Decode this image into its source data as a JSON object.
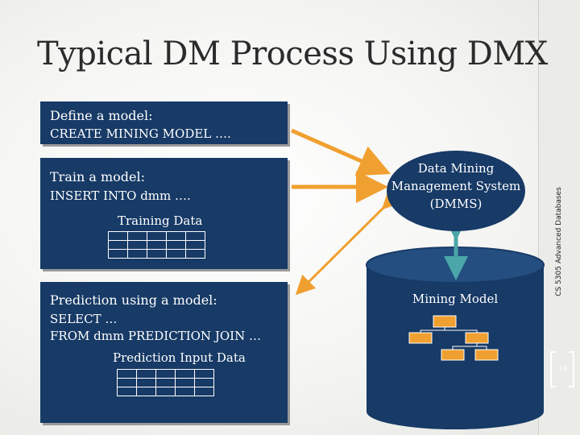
{
  "slide": {
    "title": "Typical DM Process Using DMX",
    "side_caption": "CS 5305 Advanced Databases",
    "page_number": "19"
  },
  "define_box": {
    "heading": "Define a model:",
    "statement": "CREATE MINING MODEL …."
  },
  "train_box": {
    "heading": "Train a model:",
    "statement": "INSERT INTO dmm ….",
    "table_caption": "Training Data"
  },
  "predict_box": {
    "heading": "Prediction using a model:",
    "statement_line1": "SELECT …",
    "statement_line2": "FROM dmm PREDICTION JOIN …",
    "table_caption": "Prediction Input Data"
  },
  "dmms": {
    "line1": "Data Mining",
    "line2": "Management System",
    "line3": "(DMMS)"
  },
  "mining_model": {
    "label": "Mining Model"
  },
  "colors": {
    "box_fill": "#173a66",
    "arrow_orange": "#f0a030",
    "connector_teal": "#4aa6a8",
    "org_chart_orange": "#f0a030"
  }
}
